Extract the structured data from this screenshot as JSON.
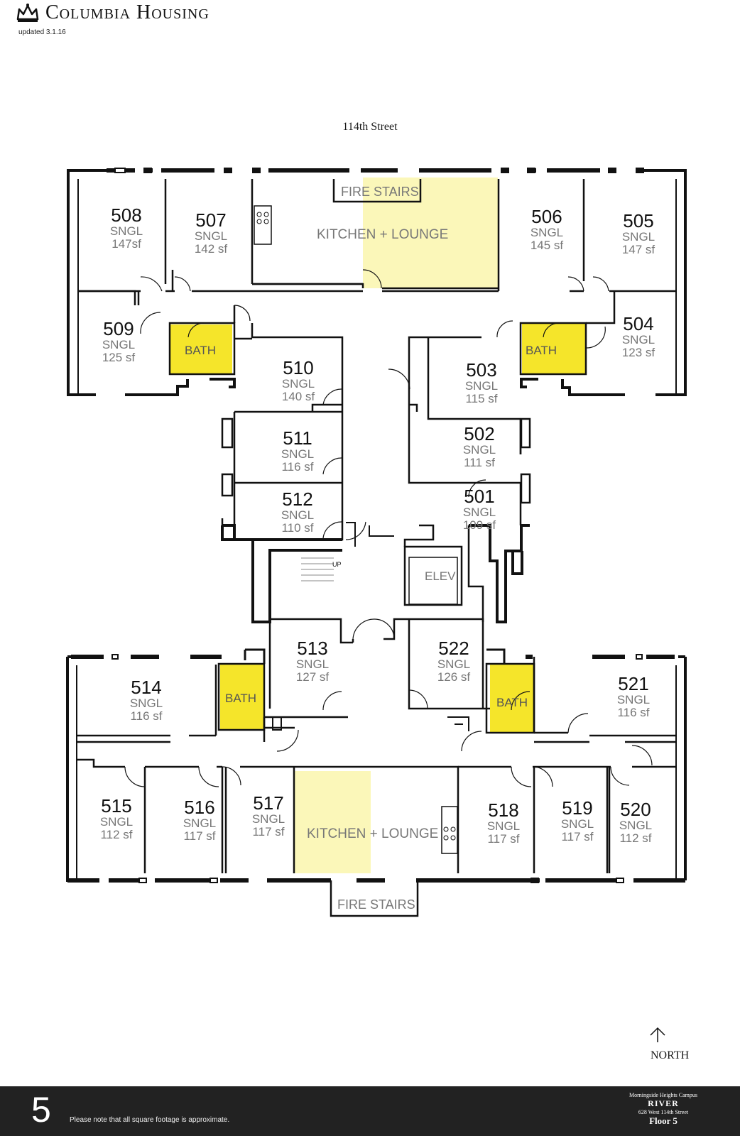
{
  "header": {
    "brand": "Columbia Housing",
    "updated": "updated 3.1.16",
    "street": "114th Street"
  },
  "rooms": [
    {
      "num": "508",
      "type": "SNGL",
      "sf": "147sf"
    },
    {
      "num": "507",
      "type": "SNGL",
      "sf": "142 sf"
    },
    {
      "num": "506",
      "type": "SNGL",
      "sf": "145 sf"
    },
    {
      "num": "505",
      "type": "SNGL",
      "sf": "147 sf"
    },
    {
      "num": "509",
      "type": "SNGL",
      "sf": "125 sf"
    },
    {
      "num": "504",
      "type": "SNGL",
      "sf": "123 sf"
    },
    {
      "num": "510",
      "type": "SNGL",
      "sf": "140 sf"
    },
    {
      "num": "503",
      "type": "SNGL",
      "sf": "115 sf"
    },
    {
      "num": "511",
      "type": "SNGL",
      "sf": "116 sf"
    },
    {
      "num": "502",
      "type": "SNGL",
      "sf": "111 sf"
    },
    {
      "num": "512",
      "type": "SNGL",
      "sf": "110 sf"
    },
    {
      "num": "501",
      "type": "SNGL",
      "sf": "109 sf"
    },
    {
      "num": "513",
      "type": "SNGL",
      "sf": "127 sf"
    },
    {
      "num": "522",
      "type": "SNGL",
      "sf": "126 sf"
    },
    {
      "num": "514",
      "type": "SNGL",
      "sf": "116 sf"
    },
    {
      "num": "521",
      "type": "SNGL",
      "sf": "116 sf"
    },
    {
      "num": "515",
      "type": "SNGL",
      "sf": "112 sf"
    },
    {
      "num": "516",
      "type": "SNGL",
      "sf": "117 sf"
    },
    {
      "num": "517",
      "type": "SNGL",
      "sf": "117 sf"
    },
    {
      "num": "518",
      "type": "SNGL",
      "sf": "117 sf"
    },
    {
      "num": "519",
      "type": "SNGL",
      "sf": "117 sf"
    },
    {
      "num": "520",
      "type": "SNGL",
      "sf": "112 sf"
    }
  ],
  "labels": {
    "fire_stairs_top": "FIRE STAIRS",
    "kitchen_top": "KITCHEN + LOUNGE",
    "bath_tl": "BATH",
    "bath_tr": "BATH",
    "elev": "ELEV",
    "up": "UP",
    "bath_bl": "BATH",
    "bath_br": "BATH",
    "kitchen_bottom": "KITCHEN + LOUNGE",
    "fire_stairs_bottom": "FIRE STAIRS"
  },
  "north": "NORTH",
  "footer": {
    "floor_number": "5",
    "disclaimer": "Please note that all square footage is approximate.",
    "campus": "Morningside Heights Campus",
    "building": "RIVER",
    "address": "628 West 114th Street",
    "floor_label": "Floor 5"
  },
  "colors": {
    "bath": "#f5e52a",
    "lounge": "#fbf7b9",
    "wall": "#111111",
    "footer": "#222222"
  }
}
